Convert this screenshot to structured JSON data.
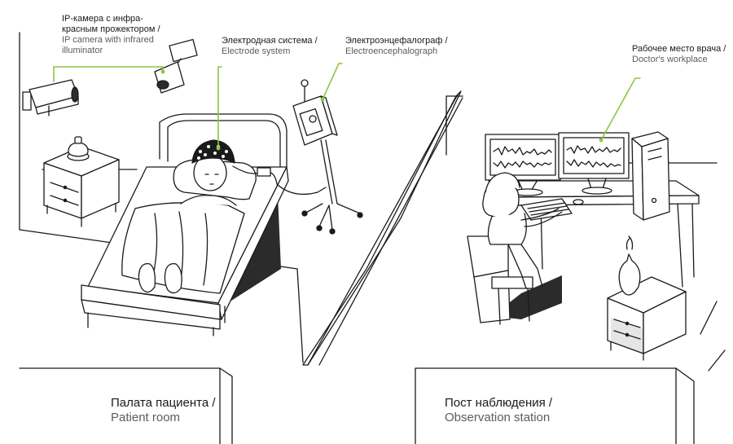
{
  "labels": {
    "camera": {
      "ru_1": "IP-камера с инфра-",
      "ru_2": "красным прожектором /",
      "en_1": "IP camera with infrared",
      "en_2": "illuminator"
    },
    "electrode": {
      "ru": "Электродная система /",
      "en": "Electrode system"
    },
    "eeg": {
      "ru": "Электроэнцефалограф /",
      "en": "Electroencephalograph"
    },
    "doctor": {
      "ru": "Рабочее место врача /",
      "en": "Doctor's workplace"
    },
    "patient_room": {
      "ru": "Палата пациента /",
      "en": "Patient room"
    },
    "observation": {
      "ru": "Пост наблюдения /",
      "en": "Observation station"
    }
  },
  "colors": {
    "accent": "#8cc63f",
    "ink": "#1a1a1a",
    "muted": "#5c5c5c",
    "floor_dark": "#2b2b2b"
  }
}
